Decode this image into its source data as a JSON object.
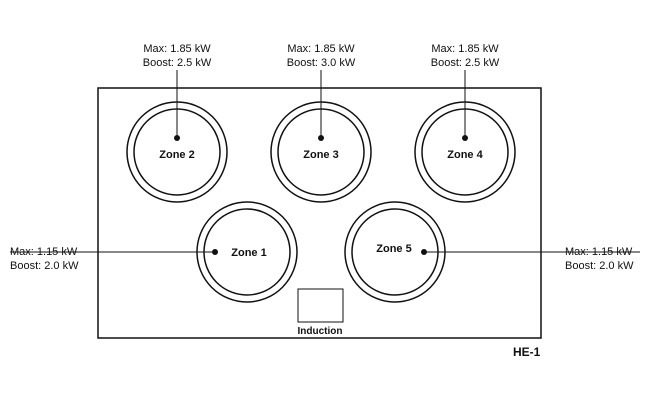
{
  "model": "HE-1",
  "induction_label": "Induction",
  "zones": {
    "zone2": {
      "label": "Zone 2",
      "max": "Max: 1.85 kW",
      "boost": "Boost: 2.5 kW"
    },
    "zone3": {
      "label": "Zone 3",
      "max": "Max: 1.85 kW",
      "boost": "Boost: 3.0 kW"
    },
    "zone4": {
      "label": "Zone 4",
      "max": "Max: 1.85 kW",
      "boost": "Boost: 2.5 kW"
    },
    "zone1": {
      "label": "Zone 1",
      "max": "Max: 1.15 kW",
      "boost": "Boost: 2.0 kW"
    },
    "zone5": {
      "label": "Zone 5",
      "max": "Max: 1.15 kW",
      "boost": "Boost: 2.0 kW"
    }
  },
  "colors": {
    "stroke": "#111111",
    "background": "#ffffff"
  }
}
